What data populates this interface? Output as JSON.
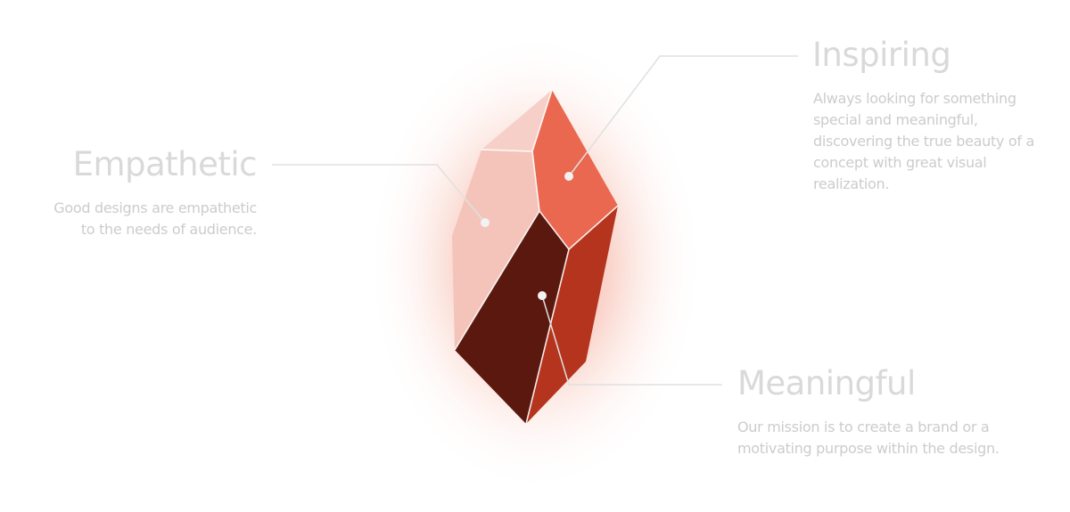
{
  "colors": {
    "facet_light": "#f4c4ba",
    "facet_light_top": "#f6d0c8",
    "facet_orange": "#ea6850",
    "facet_dark": "#5b180e",
    "facet_red": "#b5341d",
    "glow": "#f3a390",
    "connector": "#dddddd",
    "heading": "#d9d9d9",
    "text": "#cccccc"
  },
  "features": [
    {
      "id": "empathetic",
      "title": "Empathetic",
      "lines": [
        "Good designs are empathetic",
        "to the needs of audience."
      ]
    },
    {
      "id": "inspiring",
      "title": "Inspiring",
      "lines": [
        "Always looking for something",
        "special and meaningful,",
        "discovering the true beauty of a",
        "concept with great visual",
        "realization."
      ]
    },
    {
      "id": "meaningful",
      "title": "Meaningful",
      "lines": [
        "Our mission is to create a brand or a",
        "motivating purpose within the design."
      ]
    }
  ]
}
